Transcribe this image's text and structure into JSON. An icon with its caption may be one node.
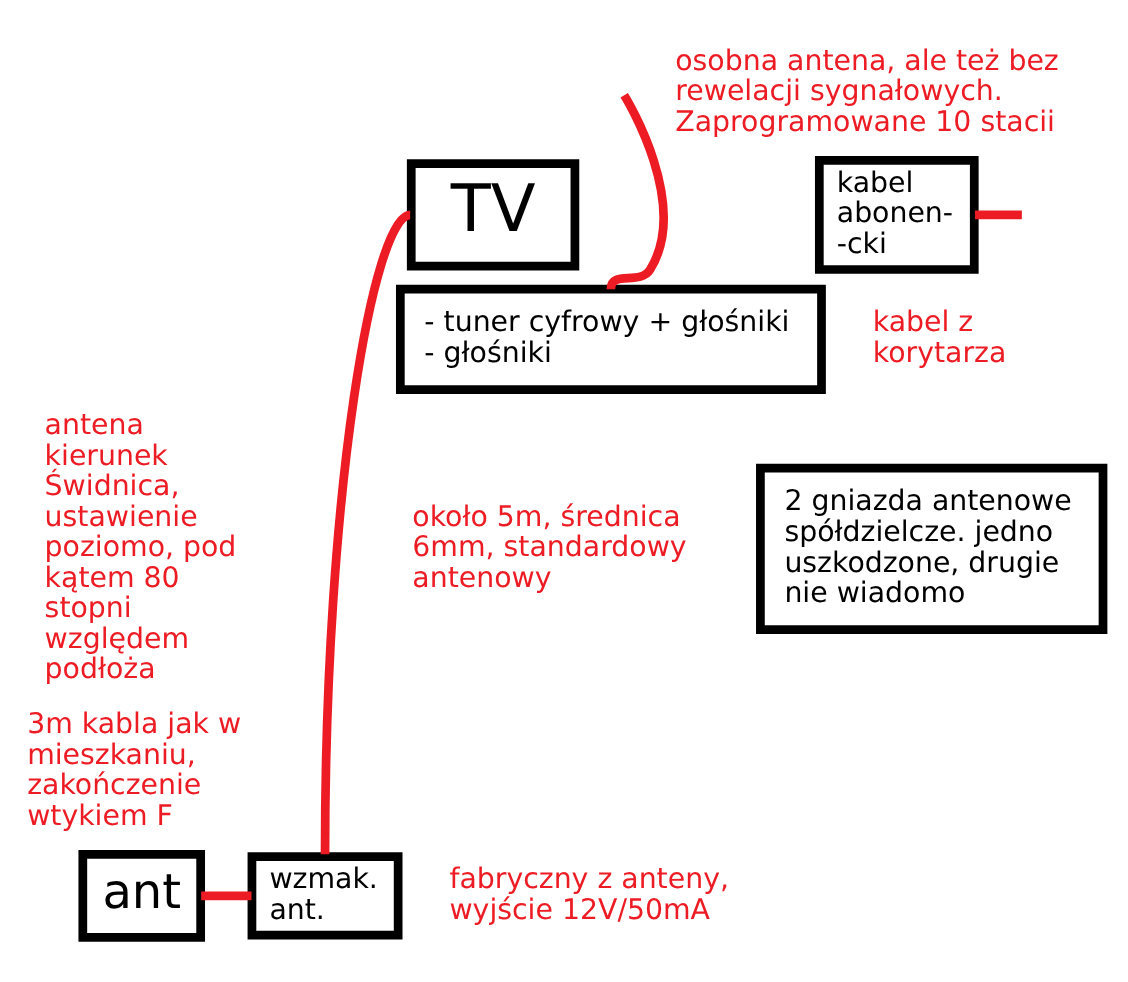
{
  "diagram": {
    "nodes": [
      {
        "text": [
          "TV"
        ]
      },
      {
        "text": [
          "- tuner cyfrowy + głośniki",
          "- głośniki"
        ]
      },
      {
        "text": [
          "kabel abonen- -cki"
        ],
        "beside": [
          "kabel z korytarza"
        ]
      },
      {
        "text": [
          "2 gniazda antenowe spółdzielcze. jedno uszkodzone, drugie nie wiadomo"
        ]
      },
      {
        "text": [
          "ant"
        ]
      },
      {
        "text": [
          "wzmak. ant."
        ],
        "beside": [
          "fabryczny z anteny, wyjście 12V/50mA"
        ]
      }
    ],
    "edges": [
      {
        "from": 4,
        "to": 5,
        "arrow": "none"
      },
      {
        "from": 5,
        "to": 0,
        "arrow": "none"
      },
      {
        "from": null,
        "to": 1,
        "arrow": "none"
      },
      {
        "from": 2,
        "to": null,
        "arrow": "none"
      }
    ],
    "labels": [
      "osobna antena, ale też bez rewelacji sygnałowych. Zaprogramowane 10 stacii",
      "antena kierunek Świdnica, ustawienie poziomo, pod kątem 80 stopni względem podłoża",
      "około 5m, średnica 6mm, standardowy antenowy",
      "3m kabla jak w mieszkaniu, zakończenie wtykiem F"
    ]
  }
}
